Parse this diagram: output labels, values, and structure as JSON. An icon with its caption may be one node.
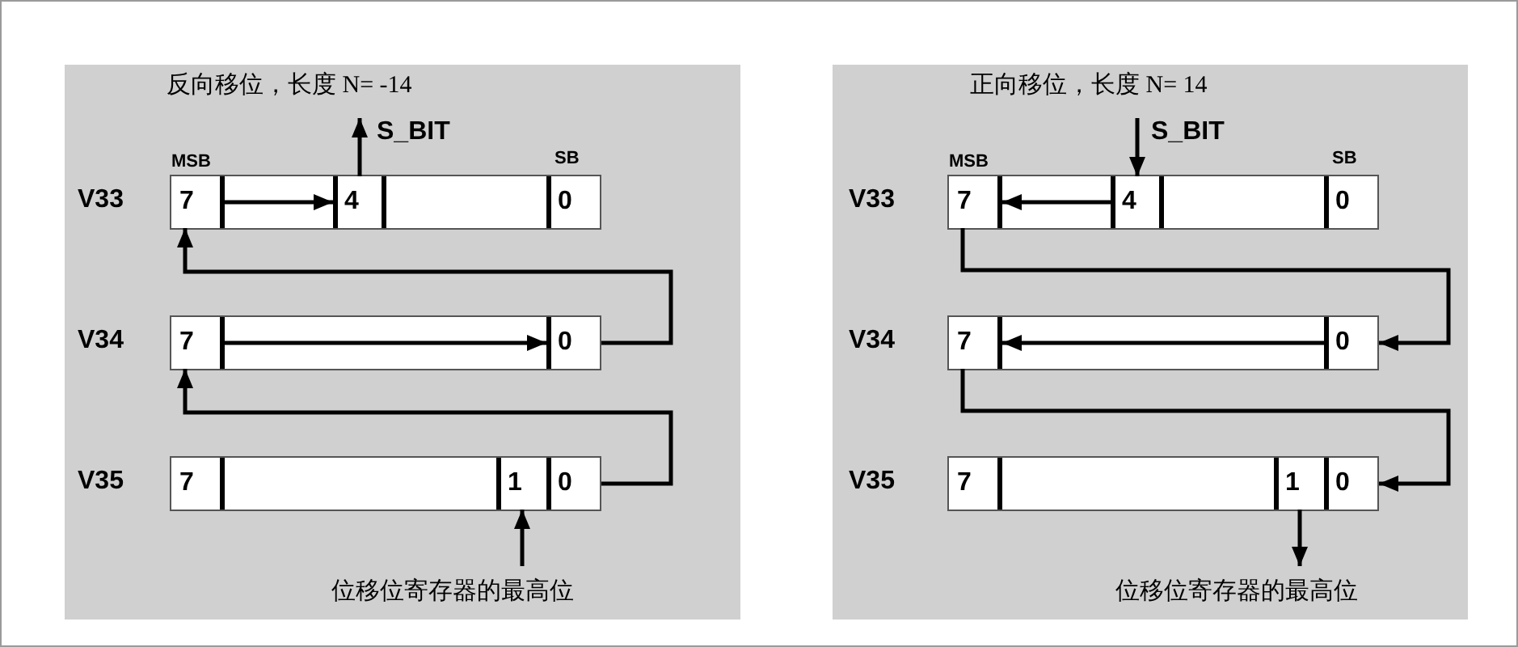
{
  "diagram": {
    "nodes": [
      {
        "text": [
          "反向移位，长度 N= -14"
        ]
      },
      {
        "text": [
          "S_BIT"
        ],
        "in": 0
      },
      {
        "text": [],
        "shape": "box",
        "in": 0,
        "beside": [
          "V33"
        ]
      },
      {
        "text": [
          "7"
        ],
        "in": 2,
        "beside": [
          "MSB"
        ]
      },
      {
        "text": [
          "4"
        ],
        "in": 2
      },
      {
        "text": [
          "0"
        ],
        "in": 2,
        "beside": [
          "SB"
        ]
      },
      {
        "text": [],
        "shape": "box",
        "in": 0,
        "beside": [
          "V34"
        ]
      },
      {
        "text": [
          "7"
        ],
        "in": 6
      },
      {
        "text": [
          "0"
        ],
        "in": 6
      },
      {
        "text": [],
        "shape": "box",
        "in": 0,
        "beside": [
          "V35"
        ]
      },
      {
        "text": [
          "7"
        ],
        "in": 9
      },
      {
        "text": [
          "1"
        ],
        "in": 9
      },
      {
        "text": [
          "0"
        ],
        "in": 9
      },
      {
        "text": [
          "位移位寄存器的最高位"
        ],
        "in": 0
      },
      {
        "text": [
          "正向移位，长度 N= 14"
        ]
      },
      {
        "text": [
          "S_BIT"
        ],
        "in": 14
      },
      {
        "text": [],
        "shape": "box",
        "in": 14,
        "beside": [
          "V33"
        ]
      },
      {
        "text": [
          "7"
        ],
        "in": 16,
        "beside": [
          "MSB"
        ]
      },
      {
        "text": [
          "4"
        ],
        "in": 16
      },
      {
        "text": [
          "0"
        ],
        "in": 16,
        "beside": [
          "SB"
        ]
      },
      {
        "text": [],
        "shape": "box",
        "in": 14,
        "beside": [
          "V34"
        ]
      },
      {
        "text": [
          "7"
        ],
        "in": 20
      },
      {
        "text": [
          "0"
        ],
        "in": 20
      },
      {
        "text": [],
        "shape": "box",
        "in": 14,
        "beside": [
          "V35"
        ]
      },
      {
        "text": [
          "7"
        ],
        "in": 23
      },
      {
        "text": [
          "1"
        ],
        "in": 23
      },
      {
        "text": [
          "0"
        ],
        "in": 23
      },
      {
        "text": [
          "位移位寄存器的最高位"
        ],
        "in": 14
      }
    ],
    "edges": [
      {
        "from": 3,
        "to": 4,
        "arrow": "to"
      },
      {
        "from": 4,
        "to": 1,
        "arrow": "to"
      },
      {
        "from": 7,
        "to": 8,
        "arrow": "to"
      },
      {
        "from": 8,
        "to": 3,
        "arrow": "to"
      },
      {
        "from": 12,
        "to": 7,
        "arrow": "to"
      },
      {
        "from": 13,
        "to": 11,
        "arrow": "to"
      },
      {
        "from": 18,
        "to": 17,
        "arrow": "to"
      },
      {
        "from": 15,
        "to": 18,
        "arrow": "to"
      },
      {
        "from": 22,
        "to": 21,
        "arrow": "to"
      },
      {
        "from": 17,
        "to": 22,
        "arrow": "to"
      },
      {
        "from": 21,
        "to": 26,
        "arrow": "to"
      },
      {
        "from": 25,
        "to": 27,
        "arrow": "to"
      }
    ]
  }
}
